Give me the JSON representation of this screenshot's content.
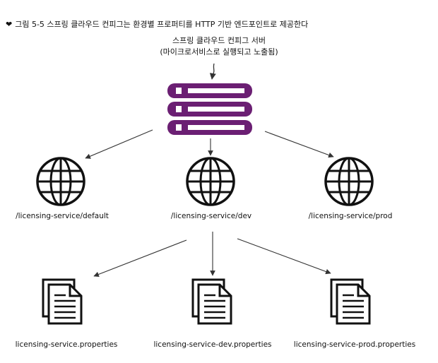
{
  "caption": {
    "marker": "❤",
    "text": "그림 5-5 스프링 클라우드 컨피그는 환경별 프로퍼티를 HTTP 기반 엔드포인트로 제공한다"
  },
  "server": {
    "title": "스프링 클라우드 컨피그 서버",
    "subtitle": "(마이크로서비스로 실행되고 노출됨)",
    "color": "#6b1f73"
  },
  "endpoints": [
    "/licensing-service/default",
    "/licensing-service/dev",
    "/licensing-service/prod"
  ],
  "files": [
    "licensing-service.properties",
    "licensing-service-dev.properties",
    "licensing-service-prod.properties"
  ],
  "icons": {
    "globe": "globe-icon",
    "document": "document-icon",
    "server": "server-stack-icon"
  }
}
